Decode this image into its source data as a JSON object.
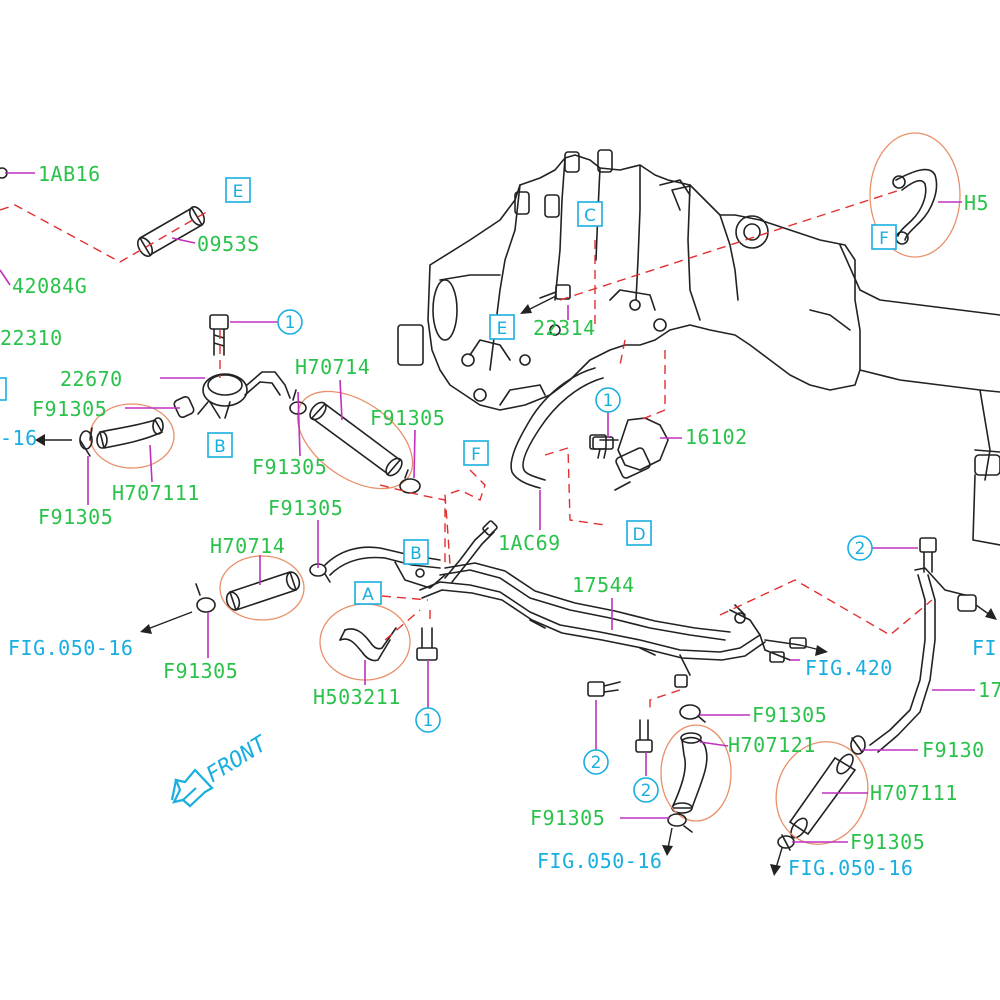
{
  "labels": [
    {
      "name": "part-1ab16",
      "text": "1AB16",
      "kind": "part"
    },
    {
      "name": "part-0953s",
      "text": "0953S",
      "kind": "part"
    },
    {
      "name": "part-42084g",
      "text": "42084G",
      "kind": "part"
    },
    {
      "name": "part-22310",
      "text": "22310",
      "kind": "part"
    },
    {
      "name": "part-22670",
      "text": "22670",
      "kind": "part"
    },
    {
      "name": "part-f91305-a",
      "text": "F91305",
      "kind": "part"
    },
    {
      "name": "ref-fig-050-16-partial",
      "text": "-16",
      "kind": "ref"
    },
    {
      "name": "part-h707111-a",
      "text": "H707111",
      "kind": "part"
    },
    {
      "name": "part-f91305-b",
      "text": "F91305",
      "kind": "part"
    },
    {
      "name": "part-h70714-a",
      "text": "H70714",
      "kind": "part"
    },
    {
      "name": "part-f91305-c",
      "text": "F91305",
      "kind": "part"
    },
    {
      "name": "part-f91305-d",
      "text": "F91305",
      "kind": "part"
    },
    {
      "name": "part-22314",
      "text": "22314",
      "kind": "part"
    },
    {
      "name": "part-16102",
      "text": "16102",
      "kind": "part"
    },
    {
      "name": "part-1ac69",
      "text": "1AC69",
      "kind": "part"
    },
    {
      "name": "part-f91305-e",
      "text": "F91305",
      "kind": "part"
    },
    {
      "name": "part-h70714-b",
      "text": "H70714",
      "kind": "part"
    },
    {
      "name": "ref-fig-050-16-a",
      "text": "FIG.050-16",
      "kind": "ref"
    },
    {
      "name": "part-f91305-f",
      "text": "F91305",
      "kind": "part"
    },
    {
      "name": "part-h503211",
      "text": "H503211",
      "kind": "part"
    },
    {
      "name": "part-17544",
      "text": "17544",
      "kind": "part"
    },
    {
      "name": "ref-fig-420",
      "text": "FIG.420",
      "kind": "ref"
    },
    {
      "name": "part-f91305-g",
      "text": "F91305",
      "kind": "part"
    },
    {
      "name": "part-h707121",
      "text": "H707121",
      "kind": "part"
    },
    {
      "name": "part-f91305-h",
      "text": "F91305",
      "kind": "part"
    },
    {
      "name": "ref-fig-050-16-b",
      "text": "FIG.050-16",
      "kind": "ref"
    },
    {
      "name": "part-h707111-b",
      "text": "H707111",
      "kind": "part"
    },
    {
      "name": "part-f91305-i",
      "text": "F91305",
      "kind": "part"
    },
    {
      "name": "ref-fig-050-16-c",
      "text": "FIG.050-16",
      "kind": "ref"
    },
    {
      "name": "part-f9130-partial",
      "text": "F9130",
      "kind": "part"
    },
    {
      "name": "part-17-partial",
      "text": "17",
      "kind": "part"
    },
    {
      "name": "ref-fig-partial",
      "text": "FI",
      "kind": "ref"
    },
    {
      "name": "part-h5-partial",
      "text": "H5",
      "kind": "part"
    }
  ],
  "ref_boxes": [
    {
      "name": "ref-box-e-top",
      "letter": "E"
    },
    {
      "name": "ref-box-c",
      "letter": "C"
    },
    {
      "name": "ref-box-e-mid",
      "letter": "E"
    },
    {
      "name": "ref-box-f-top",
      "letter": "F"
    },
    {
      "name": "ref-box-b-upper",
      "letter": "B"
    },
    {
      "name": "ref-box-f-mid",
      "letter": "F"
    },
    {
      "name": "ref-box-b-lower",
      "letter": "B"
    },
    {
      "name": "ref-box-a",
      "letter": "A"
    },
    {
      "name": "ref-box-d",
      "letter": "D"
    }
  ],
  "bolt_markers": [
    {
      "name": "bolt-marker-1-top",
      "number": "1"
    },
    {
      "name": "bolt-marker-1-mid",
      "number": "1"
    },
    {
      "name": "bolt-marker-1-bottom",
      "number": "1"
    },
    {
      "name": "bolt-marker-2-right",
      "number": "2"
    },
    {
      "name": "bolt-marker-2-left",
      "number": "2"
    },
    {
      "name": "bolt-marker-2-center",
      "number": "2"
    }
  ],
  "front_label": "FRONT",
  "colors": {
    "part_number": "#2ac24a",
    "reference": "#19aee0",
    "leader": "#c030c0",
    "dash_line": "#e23030",
    "highlight_ring": "#e8906a",
    "linework": "#222222"
  }
}
